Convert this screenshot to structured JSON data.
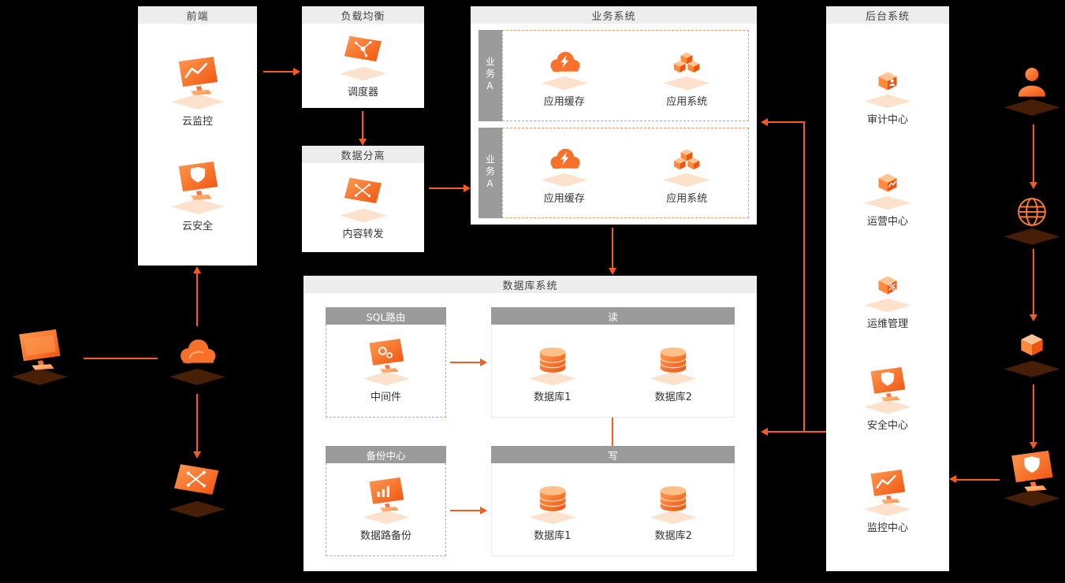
{
  "diagram": {
    "frontend": {
      "title": "前端",
      "items": [
        {
          "label": "云监控"
        },
        {
          "label": "云安全"
        }
      ]
    },
    "load_balancer": {
      "title": "负载均衡",
      "item": {
        "label": "调度器"
      }
    },
    "data_split": {
      "title": "数据分离",
      "item": {
        "label": "内容转发"
      }
    },
    "business": {
      "title": "业务系统",
      "rows": [
        {
          "tab": "业务A",
          "items": [
            {
              "label": "应用缓存"
            },
            {
              "label": "应用系统"
            }
          ]
        },
        {
          "tab": "业务A",
          "items": [
            {
              "label": "应用缓存"
            },
            {
              "label": "应用系统"
            }
          ]
        }
      ]
    },
    "database": {
      "title": "数据库系统",
      "sql_route": {
        "title": "SQL路由",
        "item": {
          "label": "中间件"
        }
      },
      "read": {
        "title": "读",
        "items": [
          {
            "label": "数据库1"
          },
          {
            "label": "数据库2"
          }
        ]
      },
      "backup": {
        "title": "备份中心",
        "item": {
          "label": "数据路备份"
        }
      },
      "write": {
        "title": "写",
        "items": [
          {
            "label": "数据库1"
          },
          {
            "label": "数据库2"
          }
        ]
      }
    },
    "backend": {
      "title": "后台系统",
      "items": [
        {
          "label": "审计中心"
        },
        {
          "label": "运营中心"
        },
        {
          "label": "运维管理"
        },
        {
          "label": "安全中心"
        },
        {
          "label": "监控中心"
        }
      ]
    }
  },
  "colors": {
    "accent": "#f75b1f",
    "background": "#000000",
    "panel": "#ffffff",
    "panel_header_bg": "#ededed",
    "subheader_bg": "#9b9b9b",
    "dashed_border": "#f09a72",
    "icon_orange": "#f0540f"
  }
}
